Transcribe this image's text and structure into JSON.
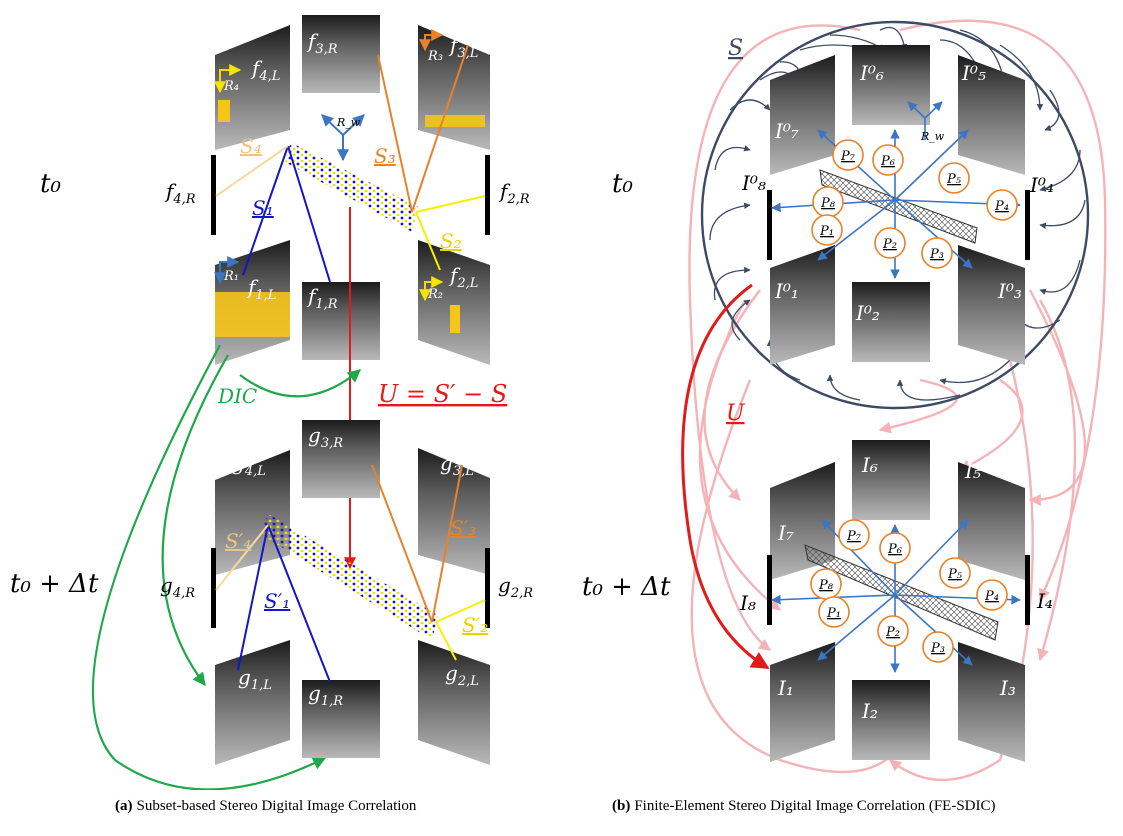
{
  "panel_a": {
    "time_top": "t₀",
    "time_bottom": "t₀ + Δt",
    "cams_top": [
      {
        "id": "f_4L",
        "text": "f",
        "sub": "4,L"
      },
      {
        "id": "f_3R",
        "text": "f",
        "sub": "3,R"
      },
      {
        "id": "f_3L",
        "text": "f",
        "sub": "3,L"
      },
      {
        "id": "f_1L",
        "text": "f",
        "sub": "1,L"
      },
      {
        "id": "f_1R",
        "text": "f",
        "sub": "1,R"
      },
      {
        "id": "f_2L",
        "text": "f",
        "sub": "2,L"
      },
      {
        "id": "f_4R",
        "text": "f",
        "sub": "4,R"
      },
      {
        "id": "f_2R",
        "text": "f",
        "sub": "2,R"
      }
    ],
    "cams_bottom": [
      {
        "id": "g_4L",
        "text": "g",
        "sub": "4,L"
      },
      {
        "id": "g_3R",
        "text": "g",
        "sub": "3,R"
      },
      {
        "id": "g_3L",
        "text": "g",
        "sub": "3,L"
      },
      {
        "id": "g_1L",
        "text": "g",
        "sub": "1,L"
      },
      {
        "id": "g_1R",
        "text": "g",
        "sub": "1,R"
      },
      {
        "id": "g_2L",
        "text": "g",
        "sub": "2,L"
      },
      {
        "id": "g_4R",
        "text": "g",
        "sub": "4,R"
      },
      {
        "id": "g_2R",
        "text": "g",
        "sub": "2,R"
      }
    ],
    "rotations": [
      "R₄",
      "R₃",
      "R₁",
      "R₂",
      "R_w"
    ],
    "subsets_top": [
      "S₁",
      "S₂",
      "S₃",
      "S₄"
    ],
    "subsets_bottom": [
      "S′₁",
      "S′₂",
      "S′₃",
      "S′₄"
    ],
    "dic_label": "DIC",
    "equation": "U = S′ − S",
    "colors": {
      "S1": "#1414c8",
      "S2": "#f5f000",
      "S3": "#e8822a",
      "S4": "#f8d89a",
      "U": "#e11b1b",
      "DIC": "#1fa84a",
      "R": "#3b75c4"
    }
  },
  "panel_b": {
    "time_top": "t₀",
    "time_bottom": "t₀ + Δt",
    "images_top": [
      "I⁰₁",
      "I⁰₂",
      "I⁰₃",
      "I⁰₄",
      "I⁰₅",
      "I⁰₆",
      "I⁰₇",
      "I⁰₈"
    ],
    "images_bottom": [
      "I₁",
      "I₂",
      "I₃",
      "I₄",
      "I₅",
      "I₆",
      "I₇",
      "I₈"
    ],
    "projections": [
      "P₁",
      "P₂",
      "P₃",
      "P₄",
      "P₅",
      "P₆",
      "P₇",
      "P₈"
    ],
    "shape_label": "S",
    "displacement_label": "U",
    "rw_label": "R_w",
    "colors": {
      "circle": "#3c4a63",
      "proj": "#e8822a",
      "arrow": "#3b75c4",
      "U": "#e11b1b",
      "pink": "#f4b3b6"
    }
  },
  "captions": [
    {
      "tag": "(a)",
      "text": "Subset-based Stereo Digital Image Correlation"
    },
    {
      "tag": "(b)",
      "text": "Finite-Element Stereo Digital Image Correlation (FE-SDIC)"
    }
  ]
}
